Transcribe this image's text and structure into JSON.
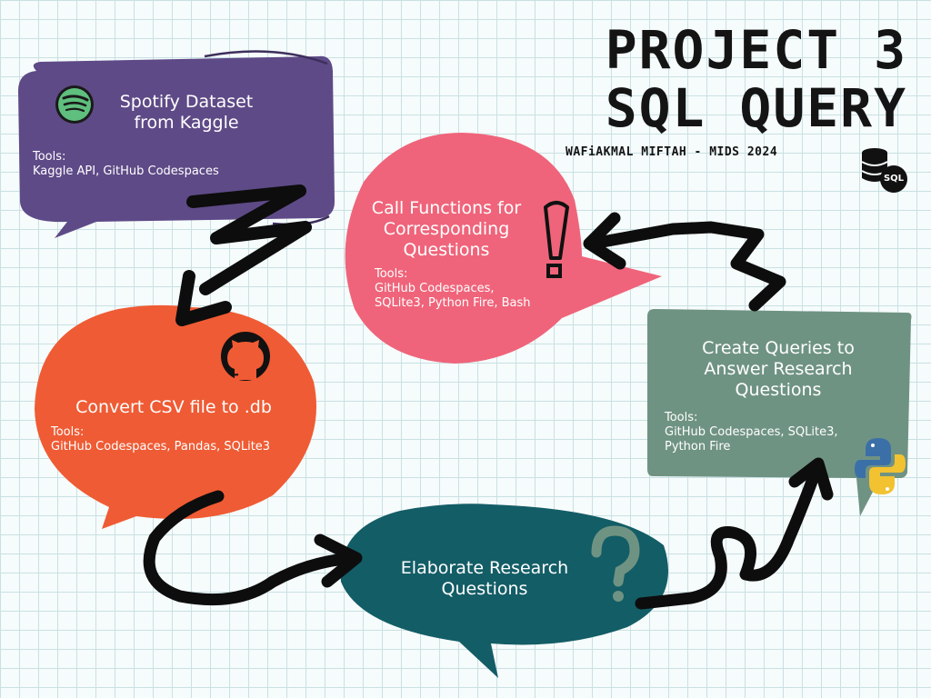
{
  "header": {
    "title_line1": "PROJECT 3",
    "title_line2": "SQL QUERY",
    "byline": "WAFiAKMAL MIFTAH - MIDS 2024",
    "sql_badge": "SQL"
  },
  "bubbles": {
    "spotify": {
      "title_line1": "Spotify Dataset",
      "title_line2": "from Kaggle",
      "tools_label": "Tools:",
      "tools": "Kaggle API, GitHub Codespaces",
      "color": "#5e4a87"
    },
    "convert": {
      "title": "Convert CSV file to .db",
      "tools_label": "Tools:",
      "tools": "GitHub Codespaces, Pandas, SQLite3",
      "color": "#ef5b34"
    },
    "elaborate": {
      "title_line1": "Elaborate Research",
      "title_line2": "Questions",
      "color": "#135d66"
    },
    "create": {
      "title_line1": "Create Queries to",
      "title_line2": "Answer Research",
      "title_line3": "Questions",
      "tools_label": "Tools:",
      "tools_line1": "GitHub Codespaces, SQLite3,",
      "tools_line2": "Python Fire",
      "color": "#6f9383"
    },
    "call": {
      "title_line1": "Call Functions for",
      "title_line2": "Corresponding",
      "title_line3": "Questions",
      "tools_label": "Tools:",
      "tools_line1": "GitHub Codespaces,",
      "tools_line2": "SQLite3, Python Fire, Bash",
      "color": "#ef647a"
    }
  },
  "icons": [
    "spotify-icon",
    "github-icon",
    "question-mark-icon",
    "exclamation-mark-icon",
    "python-icon",
    "database-icon"
  ]
}
